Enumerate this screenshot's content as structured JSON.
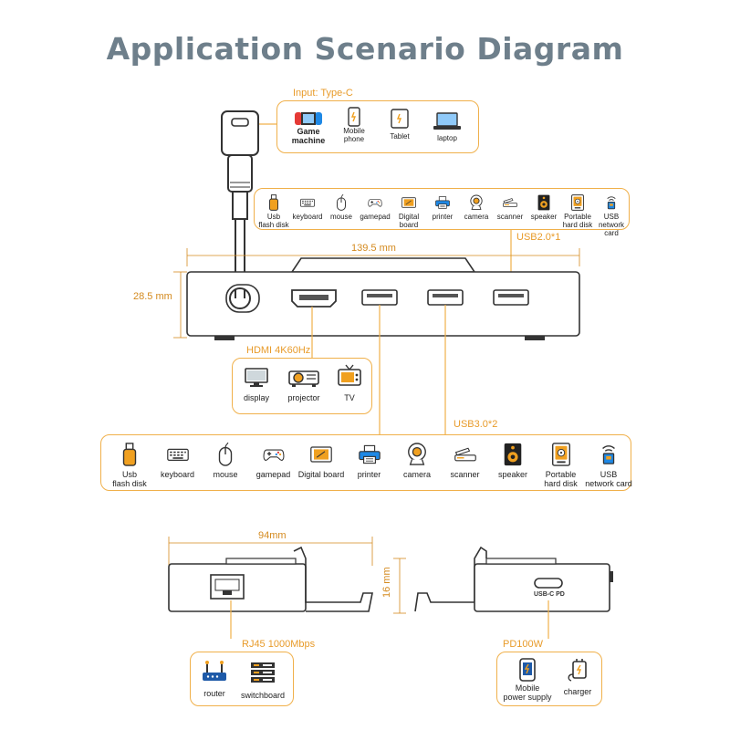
{
  "title": "Application Scenario Diagram",
  "input": {
    "label": "Input: Type-C",
    "devices": [
      {
        "icon": "game-machine-icon",
        "label": "Game\nmachine"
      },
      {
        "icon": "mobile-phone-icon",
        "label": "Mobile\nphone"
      },
      {
        "icon": "tablet-icon",
        "label": "Tablet"
      },
      {
        "icon": "laptop-icon",
        "label": "laptop"
      }
    ]
  },
  "usb2": {
    "label": "USB2.0*1",
    "devices": [
      {
        "icon": "usb-flash-disk-icon",
        "label": "Usb\nflash disk"
      },
      {
        "icon": "keyboard-icon",
        "label": "keyboard"
      },
      {
        "icon": "mouse-icon",
        "label": "mouse"
      },
      {
        "icon": "gamepad-icon",
        "label": "gamepad"
      },
      {
        "icon": "digital-board-icon",
        "label": "Digital board"
      },
      {
        "icon": "printer-icon",
        "label": "printer"
      },
      {
        "icon": "camera-icon",
        "label": "camera"
      },
      {
        "icon": "scanner-icon",
        "label": "scanner"
      },
      {
        "icon": "speaker-icon",
        "label": "speaker"
      },
      {
        "icon": "hard-disk-icon",
        "label": "Portable\nhard disk"
      },
      {
        "icon": "network-card-icon",
        "label": "USB\nnetwork card"
      }
    ]
  },
  "hub": {
    "width": "139.5 mm",
    "height": "28.5 mm"
  },
  "hdmi": {
    "label": "HDMI 4K60Hz",
    "devices": [
      {
        "icon": "display-icon",
        "label": "display"
      },
      {
        "icon": "projector-icon",
        "label": "projector"
      },
      {
        "icon": "tv-icon",
        "label": "TV"
      }
    ]
  },
  "usb3": {
    "label": "USB3.0*2",
    "devices": [
      {
        "icon": "usb-flash-disk-icon",
        "label": "Usb\nflash disk"
      },
      {
        "icon": "keyboard-icon",
        "label": "keyboard"
      },
      {
        "icon": "mouse-icon",
        "label": "mouse"
      },
      {
        "icon": "gamepad-icon",
        "label": "gamepad"
      },
      {
        "icon": "digital-board-icon",
        "label": "Digital board"
      },
      {
        "icon": "printer-icon",
        "label": "printer"
      },
      {
        "icon": "camera-icon",
        "label": "camera"
      },
      {
        "icon": "scanner-icon",
        "label": "scanner"
      },
      {
        "icon": "speaker-icon",
        "label": "speaker"
      },
      {
        "icon": "hard-disk-icon",
        "label": "Portable\nhard disk"
      },
      {
        "icon": "network-card-icon",
        "label": "USB\nnetwork card"
      }
    ]
  },
  "side": {
    "width": "94mm",
    "height": "16 mm",
    "port_label": "USB-C  PD"
  },
  "rj45": {
    "label": "RJ45 1000Mbps",
    "devices": [
      {
        "icon": "router-icon",
        "label": "router"
      },
      {
        "icon": "switchboard-icon",
        "label": "switchboard"
      }
    ]
  },
  "pd": {
    "label": "PD100W",
    "devices": [
      {
        "icon": "power-supply-icon",
        "label": "Mobile\npower supply"
      },
      {
        "icon": "charger-icon",
        "label": "charger"
      }
    ]
  },
  "colors": {
    "accent": "#f0b04a",
    "label": "#e89b2a",
    "title": "#6e7f8b",
    "hub_body": "#3a3a3a"
  }
}
